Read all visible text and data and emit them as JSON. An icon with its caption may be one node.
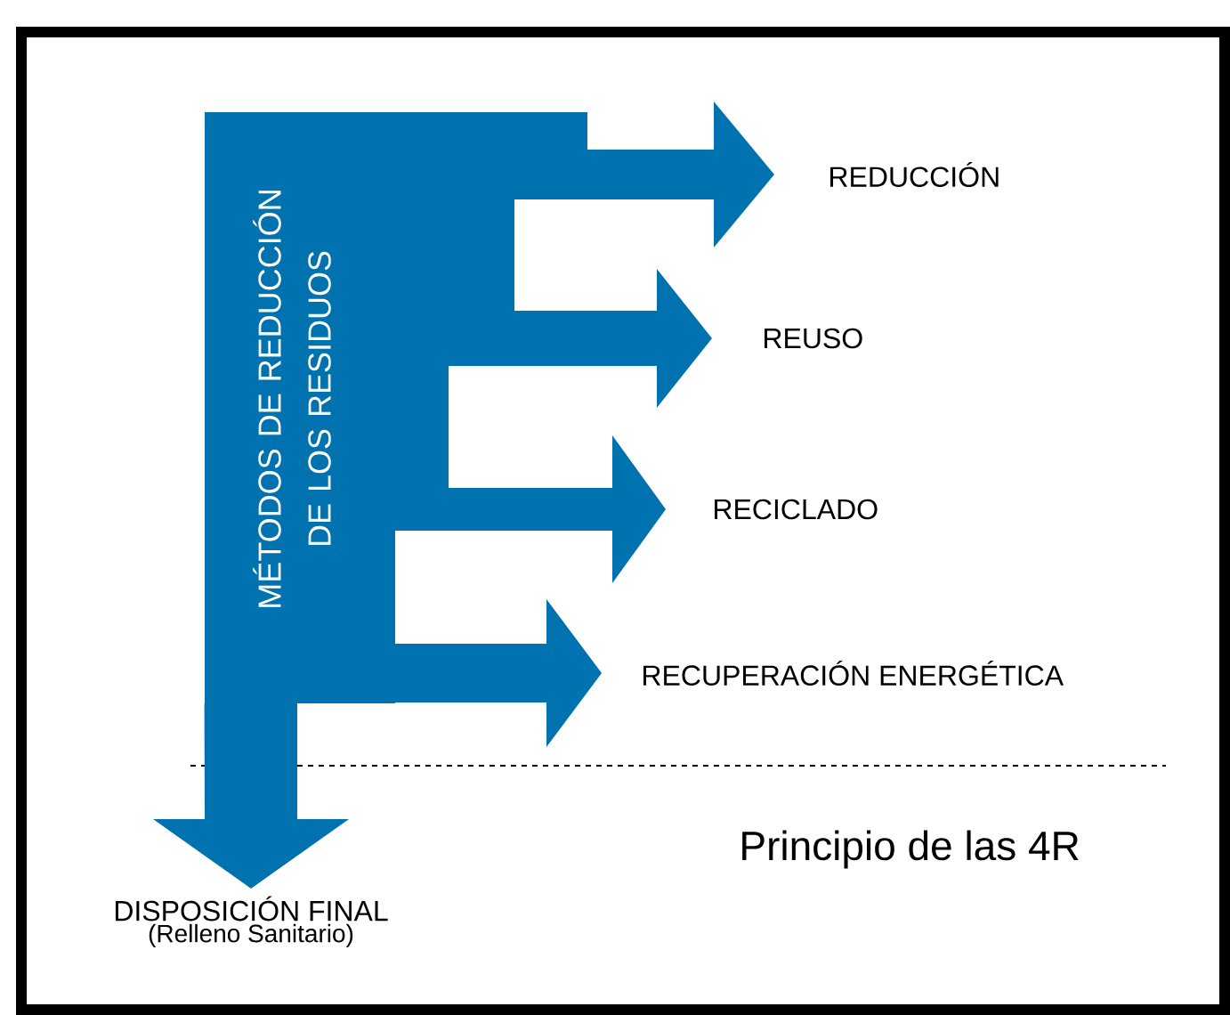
{
  "diagram": {
    "nodes": [
      {
        "text": [
          "MÉTODOS DE REDUCCIÓN DE LOS RESIDUOS"
        ]
      },
      {
        "text": [
          "REDUCCIÓN"
        ]
      },
      {
        "text": [
          "REUSO"
        ]
      },
      {
        "text": [
          "RECICLADO"
        ]
      },
      {
        "text": [
          "RECUPERACIÓN ENERGÉTICA"
        ]
      },
      {
        "text": [
          "DISPOSICIÓN FINAL",
          "(Relleno Sanitario)"
        ]
      }
    ],
    "edges": [
      {
        "from": 0,
        "to": 1,
        "arrow": "to"
      },
      {
        "from": 0,
        "to": 2,
        "arrow": "to"
      },
      {
        "from": 0,
        "to": 3,
        "arrow": "to"
      },
      {
        "from": 0,
        "to": 4,
        "arrow": "to"
      },
      {
        "from": 0,
        "to": 5,
        "arrow": "to"
      }
    ],
    "labels": [
      "Principio de las 4R"
    ]
  }
}
